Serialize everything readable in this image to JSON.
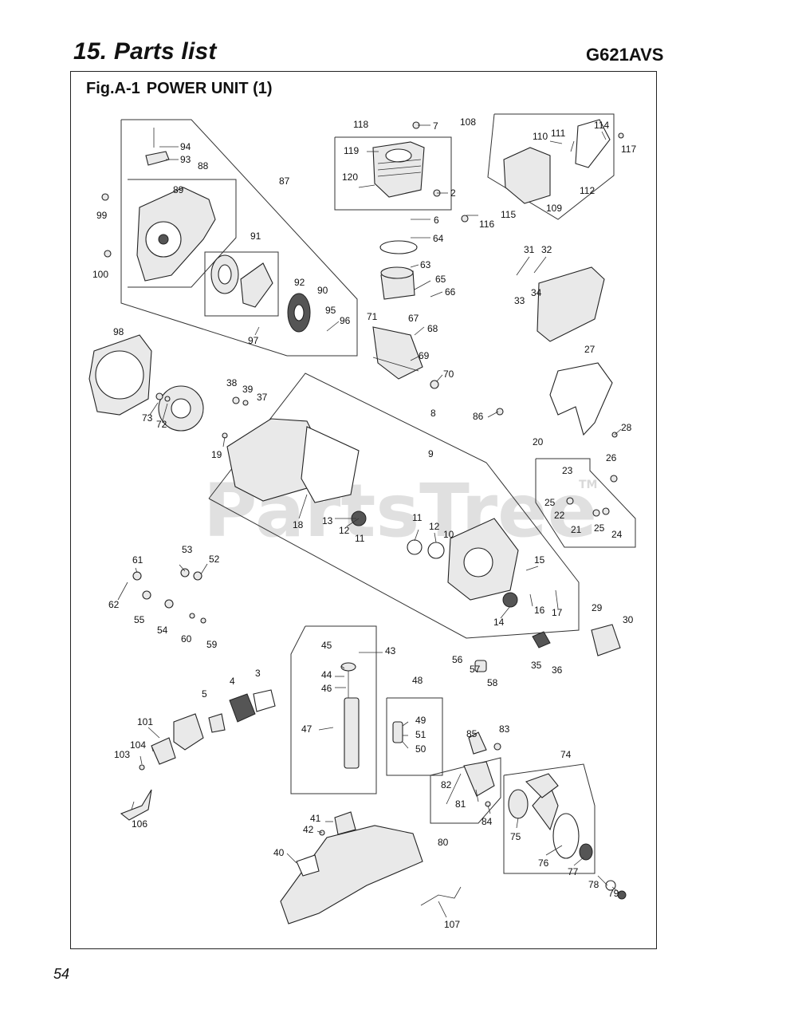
{
  "header": {
    "title": "15. Parts list",
    "model": "G621AVS"
  },
  "figure": {
    "code": "Fig.A-1",
    "title": "POWER UNIT (1)"
  },
  "page_number": "54",
  "watermark": {
    "text": "PartsTree",
    "tm": "TM"
  },
  "callouts": {
    "c2": "2",
    "c3": "3",
    "c4": "4",
    "c5": "5",
    "c6": "6",
    "c7": "7",
    "c8": "8",
    "c9": "9",
    "c10": "10",
    "c11a": "11",
    "c11b": "11",
    "c12a": "12",
    "c12b": "12",
    "c13": "13",
    "c14": "14",
    "c15": "15",
    "c16": "16",
    "c17": "17",
    "c18": "18",
    "c19": "19",
    "c20": "20",
    "c21": "21",
    "c22": "22",
    "c23": "23",
    "c24": "24",
    "c25a": "25",
    "c25b": "25",
    "c26": "26",
    "c27": "27",
    "c28": "28",
    "c29": "29",
    "c30": "30",
    "c31": "31",
    "c32": "32",
    "c33": "33",
    "c34": "34",
    "c35": "35",
    "c36": "36",
    "c37": "37",
    "c38": "38",
    "c39": "39",
    "c40": "40",
    "c41": "41",
    "c42": "42",
    "c43": "43",
    "c44": "44",
    "c45": "45",
    "c46": "46",
    "c47": "47",
    "c48": "48",
    "c49": "49",
    "c50": "50",
    "c51": "51",
    "c52": "52",
    "c53": "53",
    "c54": "54",
    "c55": "55",
    "c56": "56",
    "c57": "57",
    "c58": "58",
    "c59": "59",
    "c60": "60",
    "c61": "61",
    "c62": "62",
    "c63": "63",
    "c64": "64",
    "c65": "65",
    "c66": "66",
    "c67": "67",
    "c68": "68",
    "c69": "69",
    "c70": "70",
    "c71": "71",
    "c72": "72",
    "c73": "73",
    "c74": "74",
    "c75": "75",
    "c76": "76",
    "c77": "77",
    "c78": "78",
    "c79": "79",
    "c80": "80",
    "c81": "81",
    "c82": "82",
    "c83": "83",
    "c84": "84",
    "c85": "85",
    "c86": "86",
    "c87": "87",
    "c88": "88",
    "c89": "89",
    "c90": "90",
    "c91": "91",
    "c92": "92",
    "c93": "93",
    "c94": "94",
    "c95": "95",
    "c96": "96",
    "c97": "97",
    "c98": "98",
    "c99": "99",
    "c100": "100",
    "c101": "101",
    "c103": "103",
    "c104": "104",
    "c106": "106",
    "c107": "107",
    "c108": "108",
    "c109": "109",
    "c110": "110",
    "c111": "111",
    "c112": "112",
    "c114": "114",
    "c115": "115",
    "c116": "116",
    "c117": "117",
    "c118": "118",
    "c119": "119",
    "c120": "120"
  }
}
